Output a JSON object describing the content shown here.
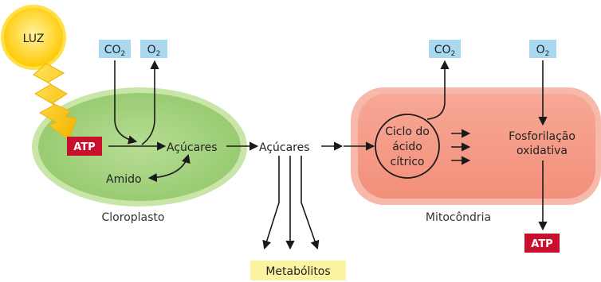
{
  "sun": {
    "label": "LUZ",
    "color": "#ffd21f"
  },
  "chloroplast": {
    "caption": "Cloroplasto",
    "atp": "ATP",
    "sugars": "Açúcares",
    "starch": "Amido",
    "co2_main": "CO",
    "co2_sub": "2",
    "o2_main": "O",
    "o2_sub": "2",
    "color": "#9fd17a"
  },
  "cytosol": {
    "sugars": "Açúcares",
    "metabolites": "Metabólitos"
  },
  "mitochondrion": {
    "caption": "Mitocôndria",
    "cycle_line1": "Ciclo do",
    "cycle_line2": "ácido",
    "cycle_line3": "cítrico",
    "oxphos_line1": "Fosforilação",
    "oxphos_line2": "oxidativa",
    "co2_main": "CO",
    "co2_sub": "2",
    "o2_main": "O",
    "o2_sub": "2",
    "atp": "ATP",
    "color": "#f59a87"
  },
  "colors": {
    "gas_box": "#a9d8f0",
    "atp_box": "#c8102e",
    "metabolite_box": "#fbf3a0"
  }
}
